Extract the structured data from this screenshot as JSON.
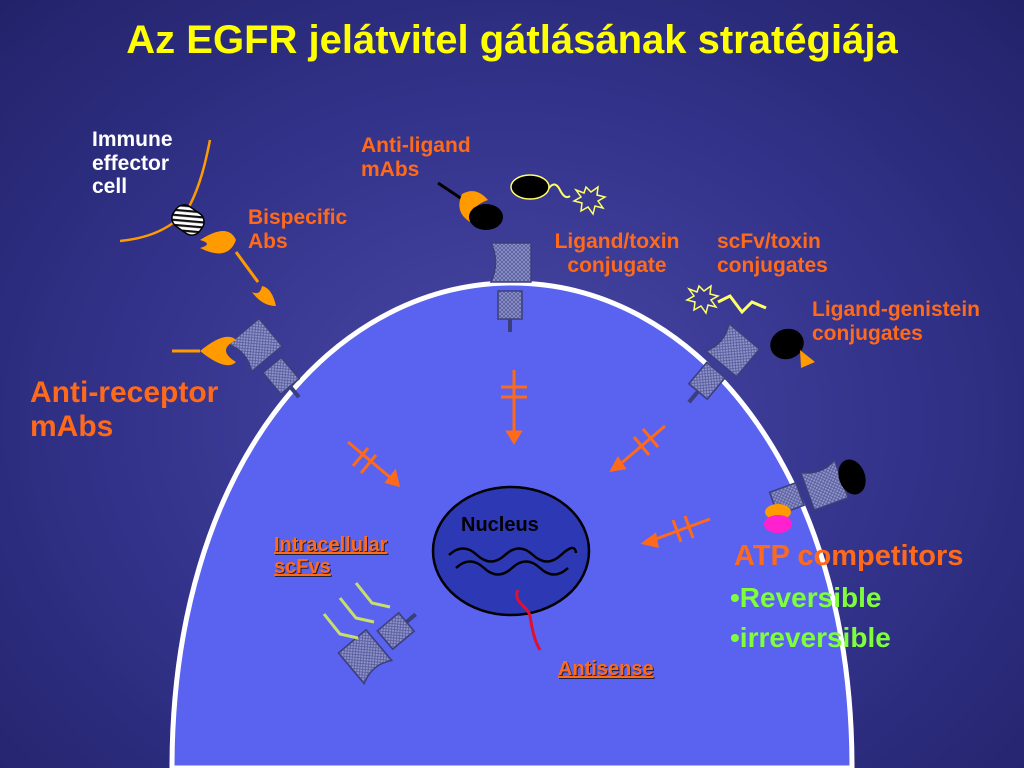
{
  "title": "Az EGFR jelátvitel gátlásának stratégiája",
  "labels": {
    "immune_effector_cell": "Immune\neffector\ncell",
    "bispecific_abs": "Bispecific\nAbs",
    "anti_ligand_mabs": "Anti-ligand\nmAbs",
    "ligand_toxin": "Ligand/toxin\nconjugate",
    "scfv_toxin": "scFv/toxin\nconjugates",
    "ligand_genistein": "Ligand-genistein\nconjugates",
    "anti_receptor_mabs": "Anti-receptor\nmAbs",
    "nucleus": "Nucleus",
    "intracellular_scfvs": "Intracellular\nscFvs",
    "antisense": "Antisense",
    "atp_competitors": "ATP competitors",
    "reversible": "•Reversible",
    "irreversible": "•irreversible"
  },
  "colors": {
    "title": "#ffff00",
    "orange_text": "#ff6a1a",
    "green_text": "#7fff3a",
    "cell_fill": "#5a63f0",
    "membrane": "#ffffff",
    "nucleus_fill": "#2d38b5",
    "antibody": "#ff9a00",
    "receptor": "#8a8ec8",
    "arrow": "#ff6a1a",
    "scfv": "#c8e06a",
    "antisense": "#e01030",
    "atp": "#ff20d0"
  },
  "icons": [
    "antibody-icon",
    "receptor-icon",
    "toxin-burst-icon",
    "inhibition-arrow-icon",
    "mrna-wave-icon"
  ]
}
